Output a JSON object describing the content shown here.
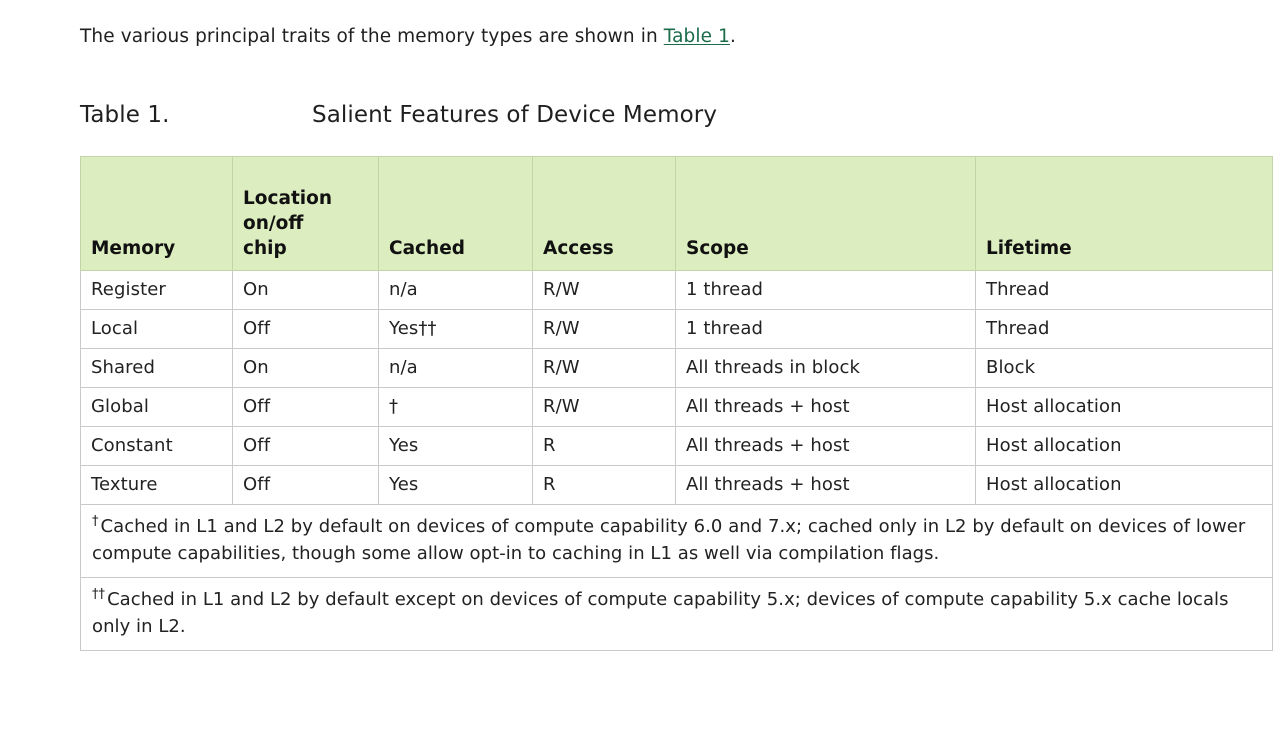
{
  "intro": {
    "text_before": "The various principal traits of the memory types are shown in ",
    "link_text": "Table 1",
    "text_after": ".",
    "link_color": "#1a6b4a"
  },
  "caption": {
    "number": "Table 1.",
    "title": "Salient Features of Device Memory"
  },
  "table": {
    "header_background": "#dcedbf",
    "border_color": "#c9c9c9",
    "columns": [
      "Memory",
      "Location on/off chip",
      "Cached",
      "Access",
      "Scope",
      "Lifetime"
    ],
    "column_header_lines": [
      [
        "Memory"
      ],
      [
        "Location",
        "on/off",
        "chip"
      ],
      [
        "Cached"
      ],
      [
        "Access"
      ],
      [
        "Scope"
      ],
      [
        "Lifetime"
      ]
    ],
    "rows": [
      {
        "memory": "Register",
        "location": "On",
        "cached": "n/a",
        "access": "R/W",
        "scope": "1 thread",
        "lifetime": "Thread"
      },
      {
        "memory": "Local",
        "location": "Off",
        "cached": "Yes††",
        "access": "R/W",
        "scope": "1 thread",
        "lifetime": "Thread"
      },
      {
        "memory": "Shared",
        "location": "On",
        "cached": "n/a",
        "access": "R/W",
        "scope": "All threads in block",
        "lifetime": "Block"
      },
      {
        "memory": "Global",
        "location": "Off",
        "cached": "†",
        "access": "R/W",
        "scope": "All threads + host",
        "lifetime": "Host allocation"
      },
      {
        "memory": "Constant",
        "location": "Off",
        "cached": "Yes",
        "access": "R",
        "scope": "All threads + host",
        "lifetime": "Host allocation"
      },
      {
        "memory": "Texture",
        "location": "Off",
        "cached": "Yes",
        "access": "R",
        "scope": "All threads + host",
        "lifetime": "Host allocation"
      }
    ],
    "footnotes": [
      {
        "marker": "†",
        "text": "Cached in L1 and L2 by default on devices of compute capability 6.0 and 7.x; cached only in L2 by default on devices of lower compute capabilities, though some allow opt-in to caching in L1 as well via compilation flags."
      },
      {
        "marker": "††",
        "text": "Cached in L1 and L2 by default except on devices of compute capability 5.x; devices of compute capability 5.x cache locals only in L2."
      }
    ]
  }
}
